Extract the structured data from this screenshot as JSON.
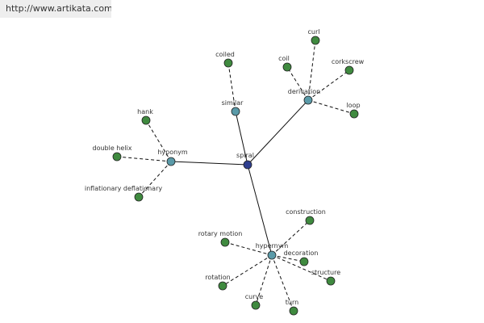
{
  "watermark": "http://www.artikata.com",
  "colors": {
    "root": "#2f3f8f",
    "relation": "#5a9aa8",
    "leaf": "#3f8a3f",
    "edge": "#111111"
  },
  "graph": {
    "root": {
      "id": "spiral",
      "label": "spiral"
    },
    "relations": [
      {
        "id": "similar",
        "label": "similar",
        "leaves": [
          "coiled"
        ]
      },
      {
        "id": "derivation",
        "label": "derivation",
        "leaves": [
          "curl",
          "coil",
          "corkscrew",
          "loop"
        ]
      },
      {
        "id": "hyponym",
        "label": "hyponym",
        "leaves": [
          "hank",
          "double helix",
          "inflationary deflationary"
        ]
      },
      {
        "id": "hypernym",
        "label": "hypernym",
        "leaves": [
          "construction",
          "rotary motion",
          "decoration",
          "structure",
          "rotation",
          "curve",
          "turn"
        ]
      }
    ]
  }
}
